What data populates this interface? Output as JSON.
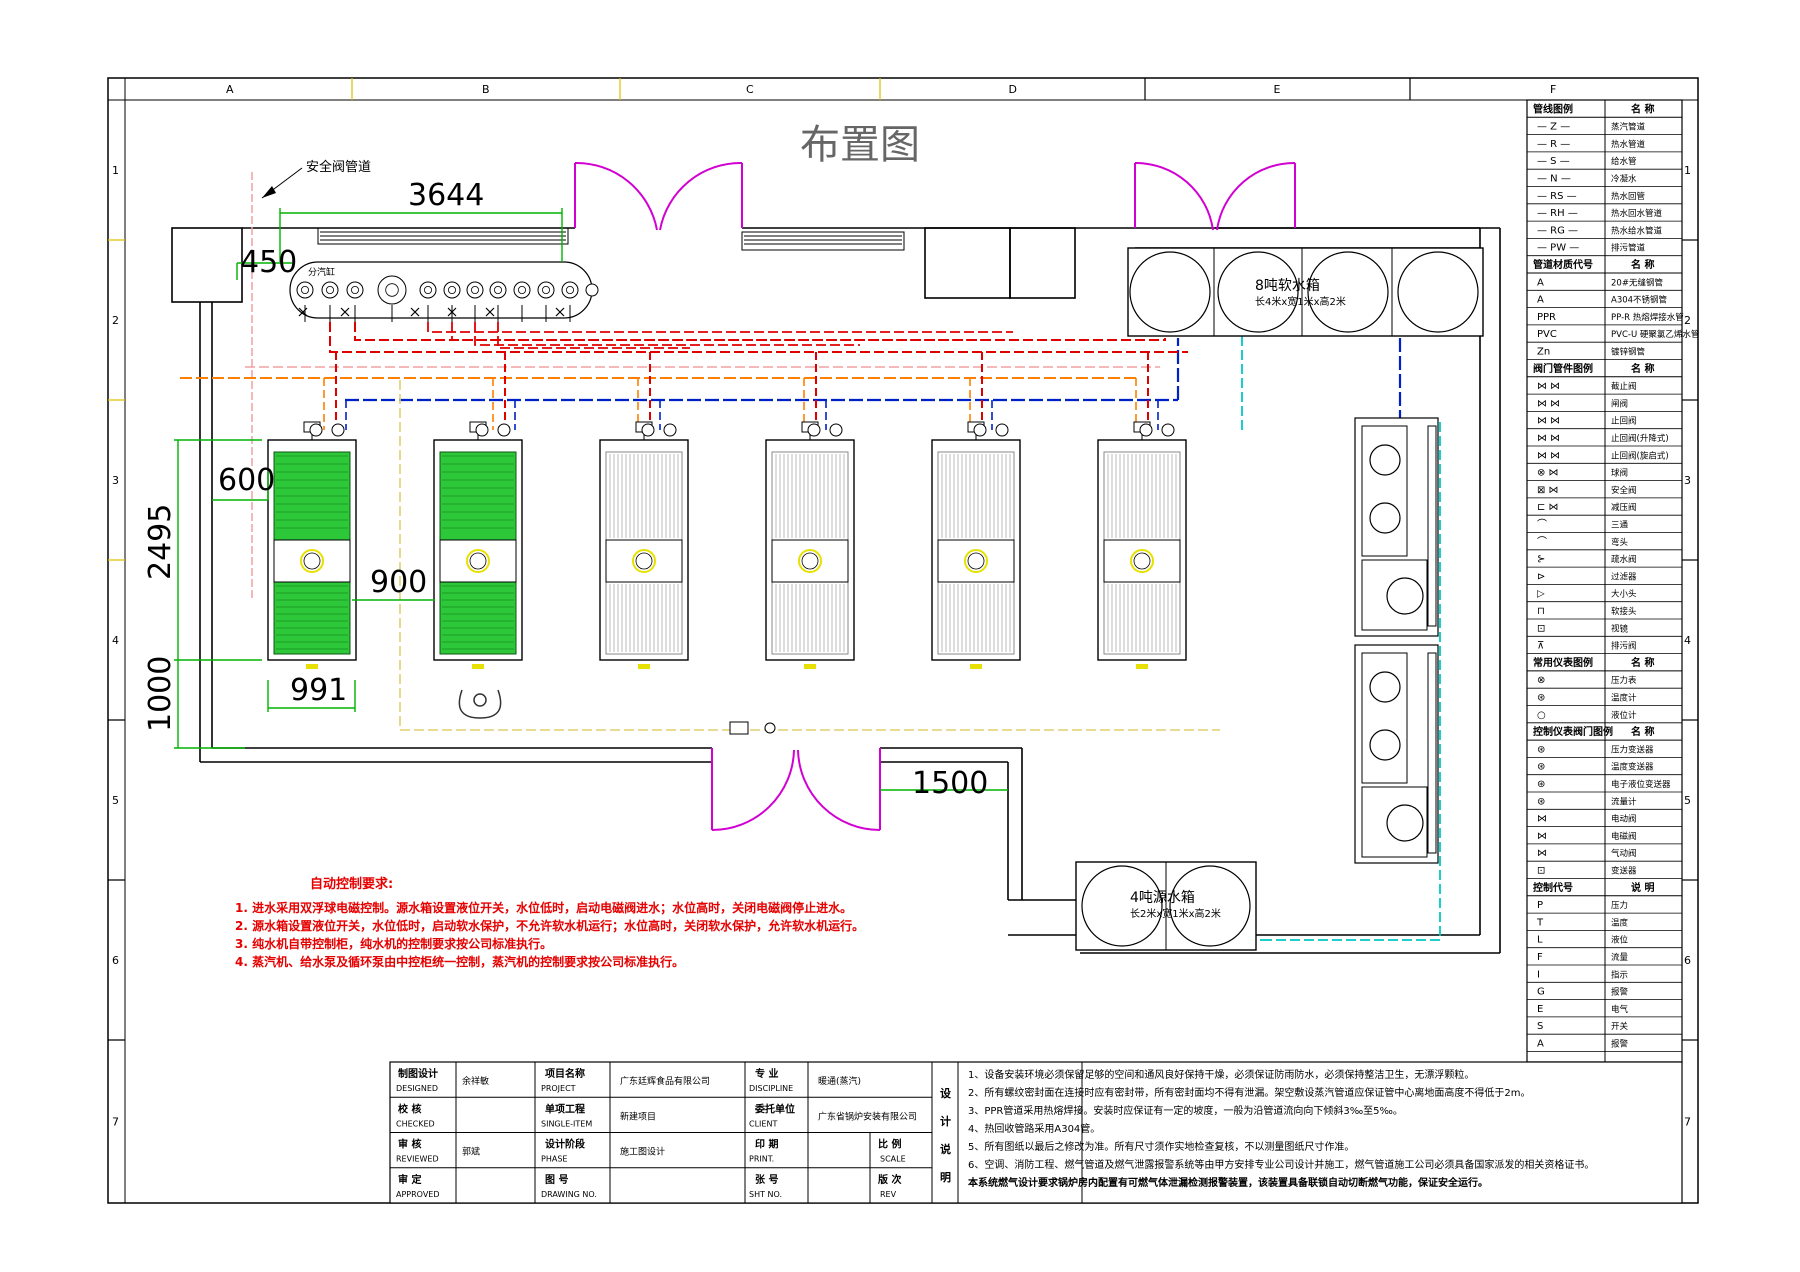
{
  "frame": {
    "columns": [
      "A",
      "B",
      "C",
      "D",
      "E",
      "F"
    ],
    "rows": [
      "1",
      "2",
      "3",
      "4",
      "5",
      "6",
      "7"
    ]
  },
  "title": "布置图",
  "labels": {
    "safety_valve_pipe": "安全阀管道",
    "header_unit": "分汽缸"
  },
  "dimensions": {
    "d3644": "3644",
    "d450": "450",
    "d600": "600",
    "d2495": "2495",
    "d900": "900",
    "d991": "991",
    "d1000": "1000",
    "d1500": "1500"
  },
  "tanks": {
    "big_name": "8吨软水箱",
    "big_size": "长4米x宽1米x高2米",
    "small_name": "4吨源水箱",
    "small_size": "长2米x宽1米x高2米"
  },
  "control": {
    "title": "自动控制要求:",
    "items": [
      "1. 进水采用双浮球电磁控制。源水箱设置液位开关，水位低时，启动电磁阀进水；水位高时，关闭电磁阀停止进水。",
      "2. 源水箱设置液位开关，水位低时，启动软水保护，不允许软水机运行；水位高时，关闭软水保护，允许软水机运行。",
      "3. 纯水机自带控制柜，纯水机的控制要求按公司标准执行。",
      "4. 蒸汽机、给水泵及循环泵由中控柜统一控制，蒸汽机的控制要求按公司标准执行。"
    ]
  },
  "legend": {
    "pipe_header": [
      "管线图例",
      "名  称"
    ],
    "pipes": [
      {
        "sym": "— Z —",
        "name": "蒸汽管道"
      },
      {
        "sym": "— R —",
        "name": "热水管道"
      },
      {
        "sym": "— S —",
        "name": "给水管"
      },
      {
        "sym": "— N —",
        "name": "冷凝水"
      },
      {
        "sym": "— RS —",
        "name": "热水回管"
      },
      {
        "sym": "— RH —",
        "name": "热水回水管道"
      },
      {
        "sym": "— RG —",
        "name": "热水给水管道"
      },
      {
        "sym": "— PW —",
        "name": "排污管道"
      }
    ],
    "material_header": [
      "管道材质代号",
      "名  称"
    ],
    "materials": [
      {
        "code": "A",
        "name": "20#无缝钢管"
      },
      {
        "code": "A",
        "name": "A304不锈钢管"
      },
      {
        "code": "PPR",
        "name": "PP-R 热熔焊接水管"
      },
      {
        "code": "PVC",
        "name": "PVC-U 硬聚氯乙烯水管"
      },
      {
        "code": "Zn",
        "name": "镀锌钢管"
      }
    ],
    "valve_header": [
      "阀门管件图例",
      "名  称"
    ],
    "valves": [
      {
        "sym": "⋈  ⋈",
        "name": "截止阀"
      },
      {
        "sym": "⋈  ⋈",
        "name": "闸阀"
      },
      {
        "sym": "⋈  ⋈",
        "name": "止回阀"
      },
      {
        "sym": "⋈  ⋈",
        "name": "止回阀(升降式)"
      },
      {
        "sym": "⋈  ⋈",
        "name": "止回阀(旋启式)"
      },
      {
        "sym": "⊗  ⋈",
        "name": "球阀"
      },
      {
        "sym": "⊠  ⋈",
        "name": "安全阀"
      },
      {
        "sym": "⊏  ⋈",
        "name": "减压阀"
      },
      {
        "sym": "⌒",
        "name": "三通"
      },
      {
        "sym": "⌒",
        "name": "弯头"
      },
      {
        "sym": "⊱",
        "name": "疏水阀"
      },
      {
        "sym": "⊳",
        "name": "过滤器"
      },
      {
        "sym": "▷",
        "name": "大小头"
      },
      {
        "sym": "⊓",
        "name": "软接头"
      },
      {
        "sym": "⊡",
        "name": "视镜"
      },
      {
        "sym": "⊼",
        "name": "排污阀"
      }
    ],
    "instr_header": [
      "常用仪表图例",
      "名  称"
    ],
    "instruments": [
      {
        "sym": "⊗",
        "name": "压力表"
      },
      {
        "sym": "⊛",
        "name": "温度计"
      },
      {
        "sym": "○",
        "name": "液位计"
      }
    ],
    "ctrl_header": [
      "控制仪表阀门图例",
      "名  称"
    ],
    "ctrl_items": [
      {
        "sym": "⊛",
        "name": "压力变送器"
      },
      {
        "sym": "⊛",
        "name": "温度变送器"
      },
      {
        "sym": "⊛",
        "name": "电子液位变送器"
      },
      {
        "sym": "⊛",
        "name": "流量计"
      },
      {
        "sym": "⋈",
        "name": "电动阀"
      },
      {
        "sym": "⋈",
        "name": "电磁阀"
      },
      {
        "sym": "⋈",
        "name": "气动阀"
      },
      {
        "sym": "⊡",
        "name": "变送器"
      }
    ],
    "code_header": [
      "控制代号",
      "说  明"
    ],
    "codes": [
      {
        "code": "P",
        "name": "压力"
      },
      {
        "code": "T",
        "name": "温度"
      },
      {
        "code": "L",
        "name": "液位"
      },
      {
        "code": "F",
        "name": "流量"
      },
      {
        "code": "I",
        "name": "指示"
      },
      {
        "code": "G",
        "name": "报警"
      },
      {
        "code": "E",
        "name": "电气"
      },
      {
        "code": "S",
        "name": "开关"
      },
      {
        "code": "A",
        "name": "报警"
      }
    ]
  },
  "titleblock": {
    "rows": [
      {
        "l1": "制图设计",
        "l1en": "DESIGNED",
        "v1": "余祥敏",
        "l2": "项目名称",
        "l2en": "PROJECT",
        "v2": "广东廷辉食品有限公司",
        "l3": "专  业",
        "l3en": "DISCIPLINE",
        "v3": "暖通(蒸汽)"
      },
      {
        "l1": "校  核",
        "l1en": "CHECKED",
        "v1": "",
        "l2": "单项工程",
        "l2en": "SINGLE-ITEM",
        "v2": "新建项目",
        "l3": "委托单位",
        "l3en": "CLIENT",
        "v3": "广东省锅炉安装有限公司"
      },
      {
        "l1": "审  核",
        "l1en": "REVIEWED",
        "v1": "郭斌",
        "l2": "设计阶段",
        "l2en": "PHASE",
        "v2": "施工图设计",
        "l3": "印  期",
        "l3en": "PRINT.",
        "v3": "",
        "l4": "比  例",
        "l4en": "SCALE"
      },
      {
        "l1": "审  定",
        "l1en": "APPROVED",
        "v1": "",
        "l2": "图  号",
        "l2en": "DRAWING NO.",
        "v2": "",
        "l3": "张  号",
        "l3en": "SHT NO.",
        "v3": "",
        "l4": "版  次",
        "l4en": "REV"
      }
    ],
    "notes_side": "设计说明",
    "notes": [
      "1、设备安装环境必须保留足够的空间和通风良好保持干燥，必须保证防雨防水，必须保持整洁卫生，无漂浮颗粒。",
      "2、所有螺纹密封面在连接时应有密封带，所有密封面均不得有泄漏。架空敷设蒸汽管道应保证管中心离地面高度不得低于2m。",
      "3、PPR管道采用热熔焊接。安装时应保证有一定的坡度，一般为沿管道流向向下倾斜3‰至5‰。",
      "4、热回收管路采用A304管。",
      "5、所有图纸以最后之修改为准。所有尺寸须作实地检查复核，不以测量图纸尺寸作准。",
      "6、空调、消防工程、燃气管道及燃气泄露报警系统等由甲方安排专业公司设计并施工，燃气管道施工公司必须具备国家派发的相关资格证书。",
      "本系统燃气设计要求锅炉房内配置有可燃气体泄漏检测报警装置，该装置具备联锁自动切断燃气功能，保证安全运行。"
    ]
  }
}
